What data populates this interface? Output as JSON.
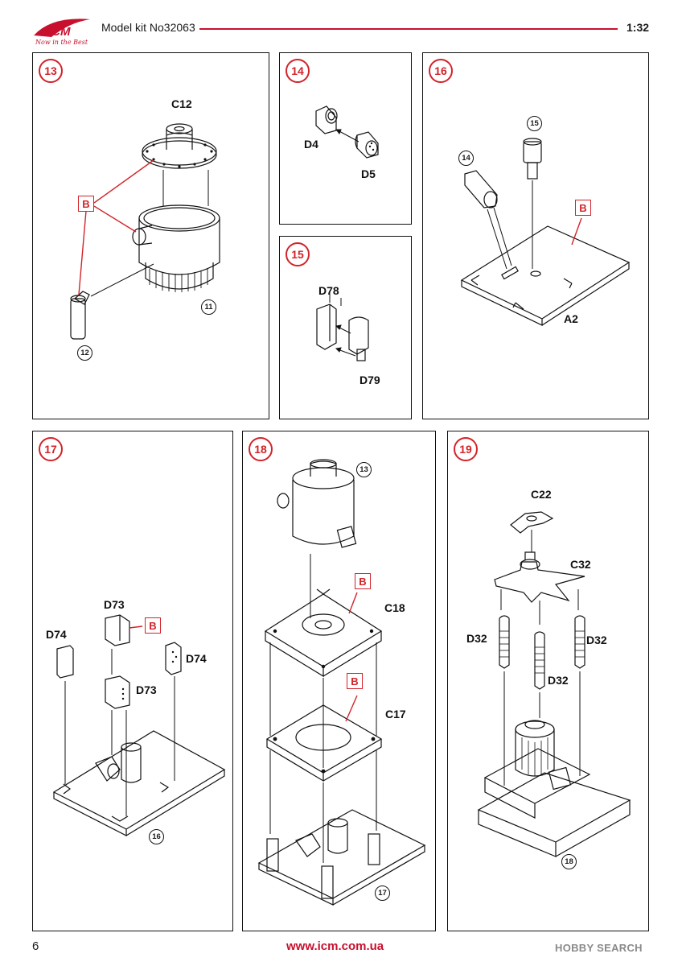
{
  "header": {
    "brand": "ICM",
    "tagline": "Now in the Best",
    "kit_title": "Model kit No32063",
    "scale": "1:32"
  },
  "colors": {
    "accent": "#d2232a",
    "line": "#111111"
  },
  "steps": {
    "s13": {
      "number": "13",
      "part_top": "C12",
      "ref_lower": "11",
      "ref_small": "12",
      "callout": "B"
    },
    "s14": {
      "number": "14",
      "part_a": "D4",
      "part_b": "D5"
    },
    "s15": {
      "number": "15",
      "part_a": "D78",
      "part_b": "D79"
    },
    "s16": {
      "number": "16",
      "ref_a": "15",
      "ref_b": "14",
      "callout": "B",
      "part_base": "A2"
    },
    "s17": {
      "number": "17",
      "part_left": "D74",
      "part_top": "D73",
      "callout": "B",
      "part_right": "D74",
      "part_mid": "D73",
      "ref_base": "16"
    },
    "s18": {
      "number": "18",
      "ref_top": "13",
      "callout_a": "B",
      "part_upper": "C18",
      "callout_b": "B",
      "part_lower": "C17",
      "ref_base": "17"
    },
    "s19": {
      "number": "19",
      "part_top": "C22",
      "part_mid": "C32",
      "part_left": "D32",
      "part_right": "D32",
      "part_center": "D32",
      "ref_base": "18"
    }
  },
  "footer": {
    "page_number": "6",
    "url": "www.icm.com.ua",
    "watermark": "HOBBY SEARCH"
  }
}
